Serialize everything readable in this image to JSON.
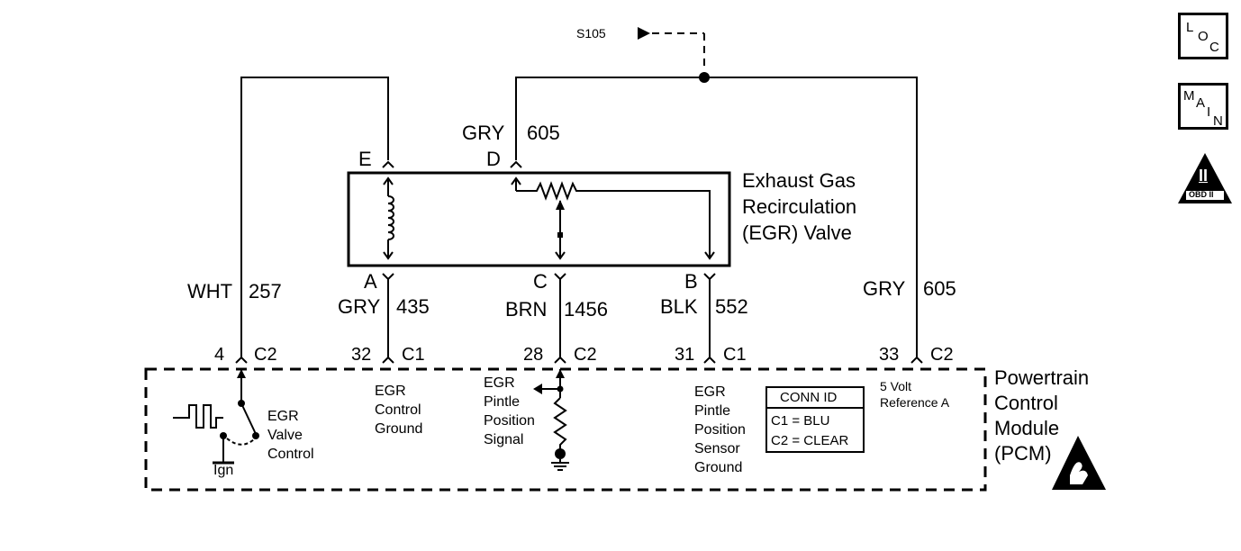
{
  "splice": {
    "label": "S105"
  },
  "egr_valve": {
    "title_lines": [
      "Exhaust Gas",
      "Recirculation",
      "(EGR) Valve"
    ],
    "terminals": {
      "e": "E",
      "d": "D",
      "a": "A",
      "c": "C",
      "b": "B"
    }
  },
  "wires": {
    "w257": {
      "color": "WHT",
      "circuit": "257"
    },
    "w605_top": {
      "color": "GRY",
      "circuit": "605"
    },
    "w435": {
      "color": "GRY",
      "circuit": "435"
    },
    "w1456": {
      "color": "BRN",
      "circuit": "1456"
    },
    "w552": {
      "color": "BLK",
      "circuit": "552"
    },
    "w605_right": {
      "color": "GRY",
      "circuit": "605"
    }
  },
  "pcm_pins": [
    {
      "pin": "4",
      "conn": "C2"
    },
    {
      "pin": "32",
      "conn": "C1"
    },
    {
      "pin": "28",
      "conn": "C2"
    },
    {
      "pin": "31",
      "conn": "C1"
    },
    {
      "pin": "33",
      "conn": "C2"
    }
  ],
  "pcm": {
    "title_lines": [
      "Powertrain",
      "Control",
      "Module",
      "(PCM)"
    ],
    "egr_valve_control": "EGR\nValve\nControl",
    "ign": "Ign",
    "egr_control_ground": "EGR\nControl\nGround",
    "egr_pintle_position_signal": "EGR\nPintle\nPosition\nSignal",
    "egr_pintle_position_sensor_ground": "EGR\nPintle\nPosition\nSensor\nGround",
    "five_volt_ref": "5 Volt\nReference A"
  },
  "conn_id": {
    "title": "CONN ID",
    "line1": "C1 = BLU",
    "line2": "C2 = CLEAR"
  },
  "side_icons": {
    "loc": {
      "l": "L",
      "o": "O",
      "c": "C"
    },
    "main": {
      "m": "M",
      "a": "A",
      "i": "I",
      "n": "N"
    },
    "obd": {
      "numeral": "II",
      "label": "OBD II"
    }
  }
}
